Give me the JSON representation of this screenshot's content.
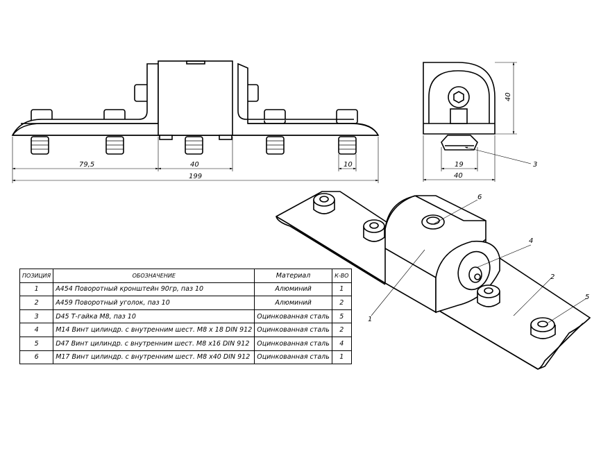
{
  "dimensions": {
    "front_width_left": "79,5",
    "front_width_mid": "40",
    "front_width_slot": "10",
    "front_total": "199",
    "side_height": "40",
    "side_nut": "19",
    "side_width": "40"
  },
  "callouts": {
    "side_nut": "3",
    "iso_bracket": "1",
    "iso_corner": "2",
    "iso_screw_m8x18": "4",
    "iso_screw_m8x16": "5",
    "iso_screw_m8x40": "6"
  },
  "bom": {
    "headers": {
      "pos": "ПОЗИЦИЯ",
      "name": "ОБОЗНАЧЕНИЕ",
      "material": "Материал",
      "qty": "К-ВО"
    },
    "rows": [
      {
        "pos": "1",
        "name": "A454 Поворотный кронштейн 90гр, паз 10",
        "material": "Алюминий",
        "qty": "1"
      },
      {
        "pos": "2",
        "name": "A459 Поворотный уголок, паз 10",
        "material": "Алюминий",
        "qty": "2"
      },
      {
        "pos": "3",
        "name": "D45 Т-гайка М8, паз 10",
        "material": "Оцинкованная сталь",
        "qty": "5"
      },
      {
        "pos": "4",
        "name": "M14 Винт цилиндр. с внутренним шест. М8 х 18 DIN 912",
        "material": "Оцинкованная сталь",
        "qty": "2"
      },
      {
        "pos": "5",
        "name": "D47 Винт цилиндр. с внутренним шест. М8 х16 DIN 912",
        "material": "Оцинкованная сталь",
        "qty": "4"
      },
      {
        "pos": "6",
        "name": "M17 Винт цилиндр. с внутренним шест. М8 х40 DIN 912",
        "material": "Оцинкованная сталь",
        "qty": "1"
      }
    ]
  }
}
